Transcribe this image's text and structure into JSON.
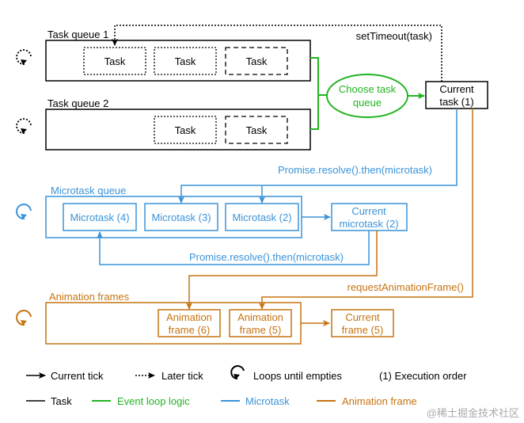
{
  "colors": {
    "black": "#000000",
    "green": "#22b422",
    "blue": "#3a93d9",
    "orange": "#c67311",
    "watermark": "#aaaaaa"
  },
  "queues": {
    "task_queue_1": {
      "title": "Task queue 1",
      "tasks": [
        "Task",
        "Task",
        "Task"
      ]
    },
    "task_queue_2": {
      "title": "Task queue 2",
      "tasks": [
        "Task",
        "Task"
      ]
    },
    "microtask_queue": {
      "title": "Microtask queue",
      "items": [
        "Microtask (4)",
        "Microtask (3)",
        "Microtask (2)"
      ]
    },
    "animation_frames": {
      "title": "Animation frames",
      "frames": [
        [
          "Animation",
          "frame (6)"
        ],
        [
          "Animation",
          "frame (5)"
        ]
      ]
    }
  },
  "nodes": {
    "choose": [
      "Choose task",
      "queue"
    ],
    "current_task": [
      "Current",
      "task (1)"
    ],
    "current_microtask": [
      "Current",
      "microtask (2)"
    ],
    "current_frame": [
      "Current",
      "frame (5)"
    ]
  },
  "arrows": {
    "set_timeout": "setTimeout(task)",
    "promise_top": "Promise.resolve().then(microtask)",
    "promise_bottom": "Promise.resolve().then(microtask)",
    "raf": "requestAnimationFrame()"
  },
  "legend": {
    "current_tick": "Current tick",
    "later_tick": "Later tick",
    "loops": "Loops until empties",
    "order": "(1) Execution order",
    "task": "Task",
    "event_loop": "Event loop logic",
    "microtask": "Microtask",
    "animation_frame": "Animation frame"
  },
  "watermark": "@稀土掘金技术社区"
}
